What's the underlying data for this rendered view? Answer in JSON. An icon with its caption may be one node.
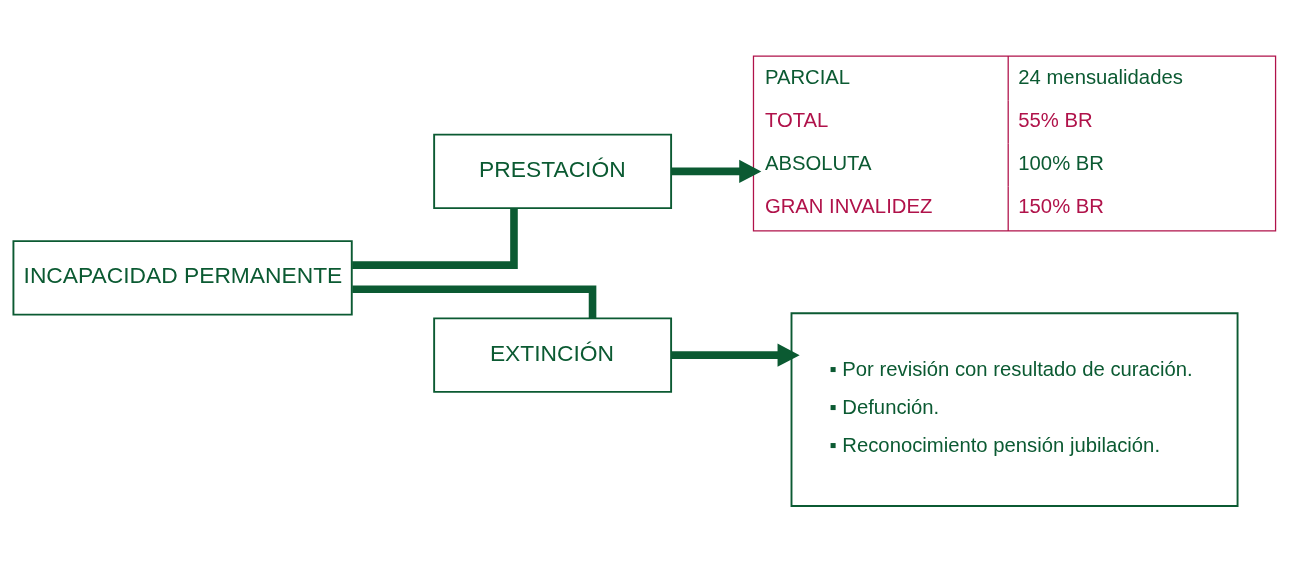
{
  "diagram": {
    "nodes": [
      {
        "text": [
          "INCAPACIDAD PERMANENTE"
        ]
      },
      {
        "text": [
          "PRESTACIÓN"
        ]
      },
      {
        "text": [
          "EXTINCIÓN"
        ]
      },
      {
        "text": [
          "PARCIAL",
          "24 mensualidades",
          "TOTAL",
          "55% BR",
          "ABSOLUTA",
          "100% BR",
          "GRAN INVALIDEZ",
          "150% BR"
        ]
      },
      {
        "text": [
          "▪ Por revisión con resultado de curación.",
          "▪ Defunción.",
          "▪ Reconocimiento pensión jubilación."
        ]
      }
    ],
    "edges": [
      {
        "from": 0,
        "to": 1,
        "arrow": "none"
      },
      {
        "from": 0,
        "to": 2,
        "arrow": "none"
      },
      {
        "from": 1,
        "to": 3,
        "arrow": "to"
      },
      {
        "from": 2,
        "to": 4,
        "arrow": "to"
      }
    ]
  }
}
